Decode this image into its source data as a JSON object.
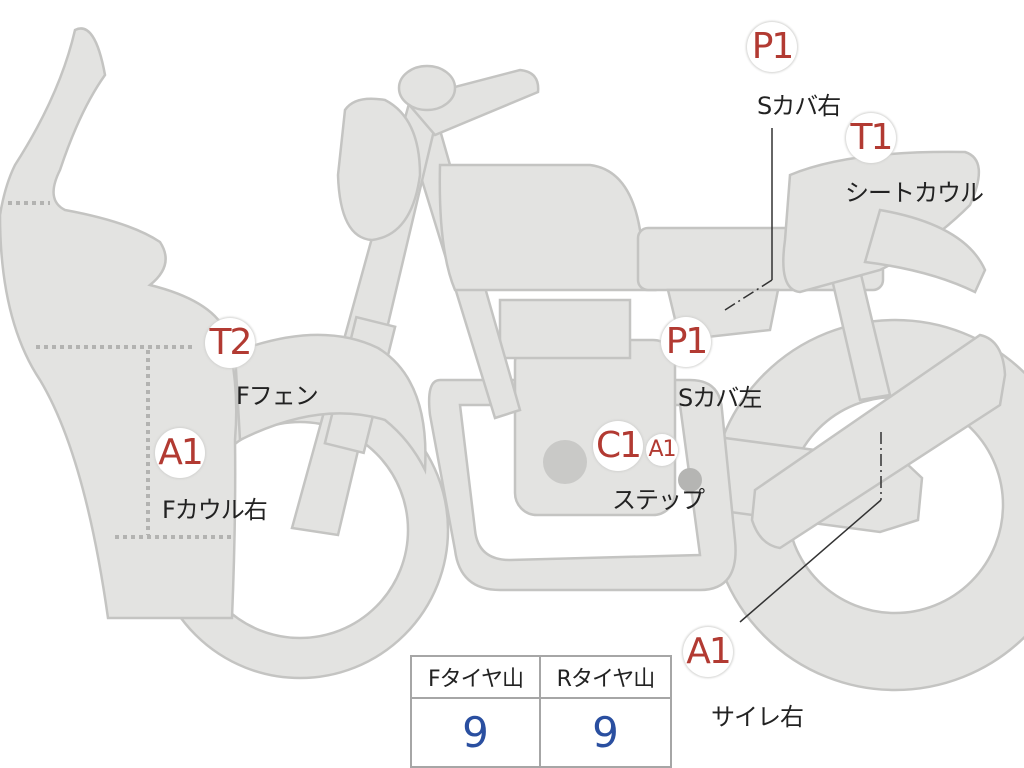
{
  "labels": {
    "s_cover_right": "Sカバ右",
    "seat_cowl": "シートカウル",
    "f_fender": "Fフェン",
    "s_cover_left": "Sカバ左",
    "f_cowl_right": "Fカウル右",
    "step": "ステップ",
    "silencer_right": "サイレ右"
  },
  "badges": {
    "s_cover_right": "P1",
    "seat_cowl": "T1",
    "f_fender": "T2",
    "s_cover_left": "P1",
    "f_cowl_right": "A1",
    "step_main": "C1",
    "step_small": "A1",
    "silencer_right": "A1"
  },
  "tire_table": {
    "headers": [
      "Fタイヤ山",
      "Rタイヤ山"
    ],
    "values": [
      "9",
      "9"
    ]
  },
  "colors": {
    "badge_text": "#b23a32",
    "tire_value": "#2a4fa0",
    "part_fill": "#e3e3e1"
  }
}
